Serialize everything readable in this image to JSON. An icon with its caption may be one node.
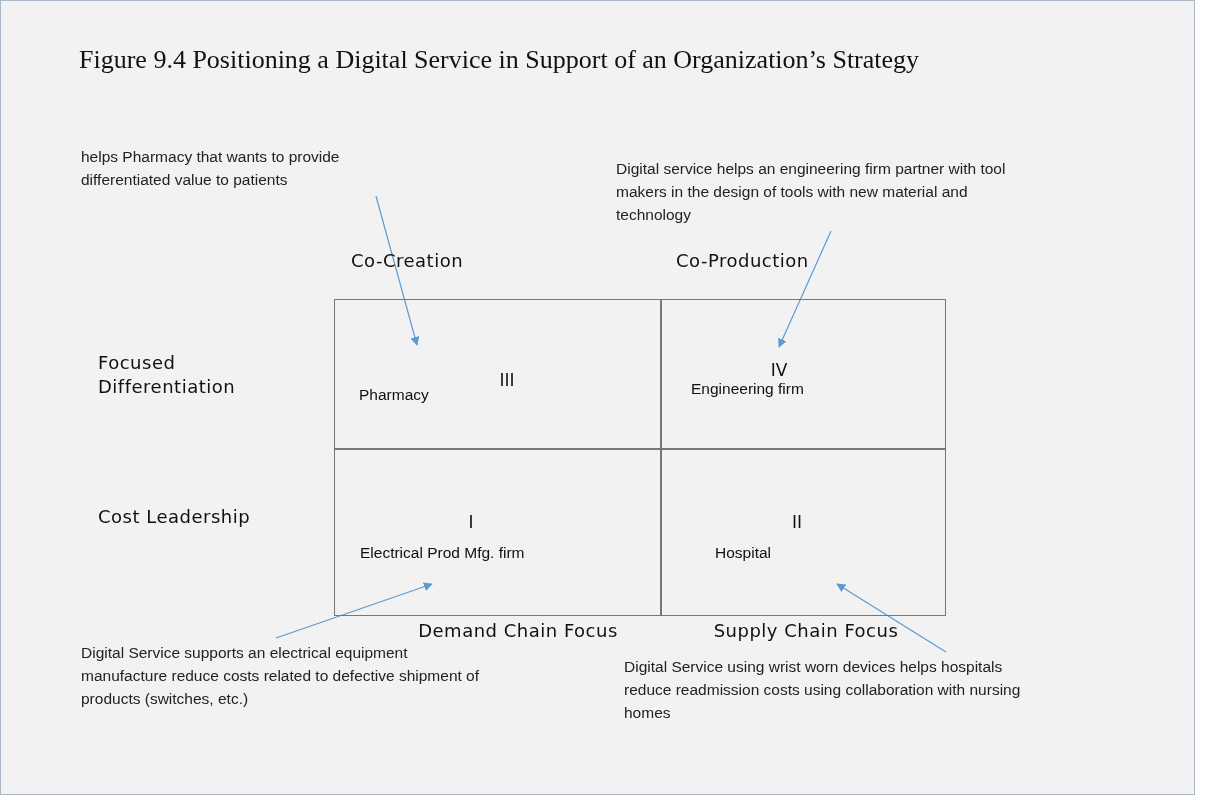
{
  "diagram": {
    "title": "Figure 9.4 Positioning a Digital Service in Support of an Organization’s Strategy",
    "nodes": [
      {
        "text": [
          "helps Pharmacy that wants to provide differentiated value to patients"
        ]
      },
      {
        "text": [
          "Digital service helps an engineering firm partner with tool makers in the design of tools with new material and technology"
        ]
      },
      {
        "text": [
          "III",
          "Pharmacy"
        ]
      },
      {
        "text": [
          "IV",
          "Engineering firm"
        ]
      },
      {
        "text": [
          "I",
          "Electrical Prod Mfg. firm"
        ]
      },
      {
        "text": [
          "II",
          "Hospital"
        ]
      },
      {
        "text": [
          "Digital Service supports an electrical equipment manufacture reduce costs related to defective shipment of products (switches, etc.)"
        ]
      },
      {
        "text": [
          "Digital Service using wrist worn devices helps hospitals reduce readmission costs using collaboration with nursing homes"
        ]
      }
    ],
    "edges": [
      {
        "from": 0,
        "to": 2,
        "arrow": "to"
      },
      {
        "from": 1,
        "to": 3,
        "arrow": "to"
      },
      {
        "from": 6,
        "to": 4,
        "arrow": "to"
      },
      {
        "from": 7,
        "to": 5,
        "arrow": "to"
      }
    ],
    "labels": [
      "Co-Creation",
      "Co-Production",
      "Focused Differentiation",
      "Cost Leadership",
      "Demand Chain Focus",
      "Supply Chain Focus"
    ]
  }
}
